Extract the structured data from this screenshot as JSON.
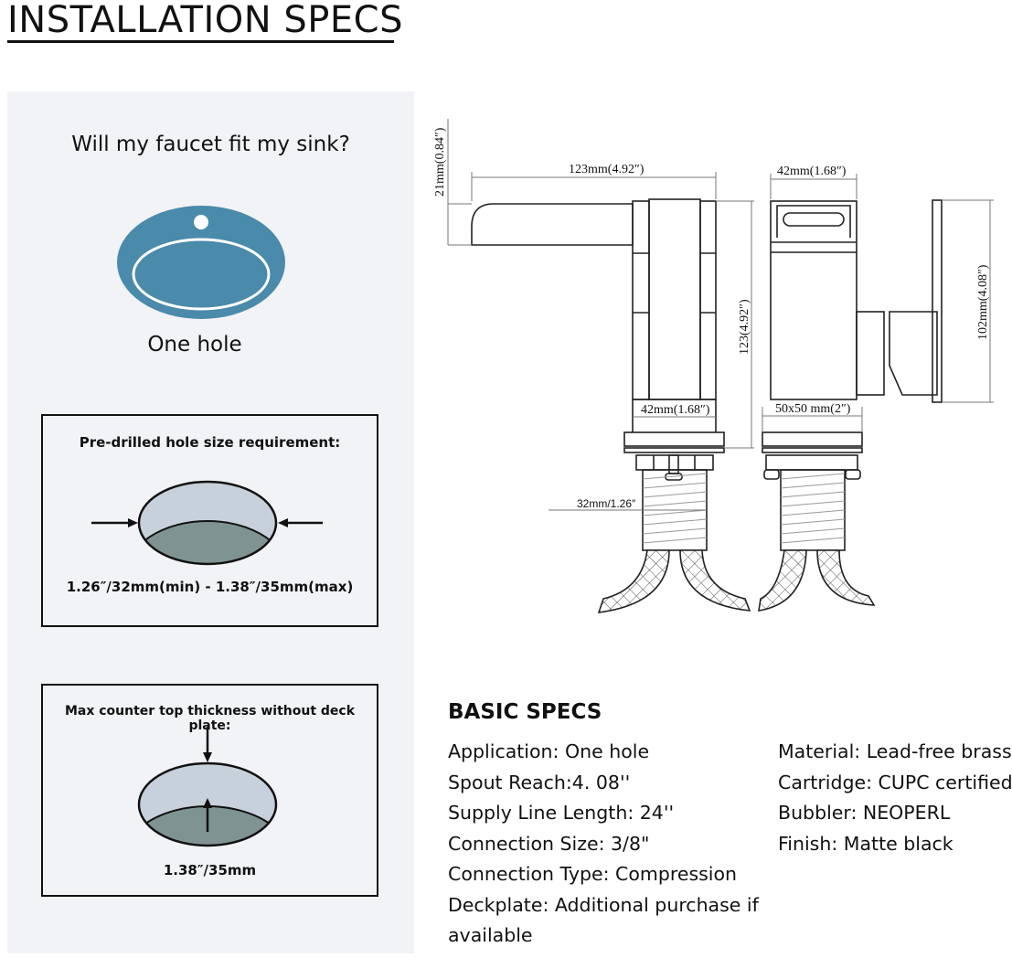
{
  "header": {
    "title": "INSTALLATION SPECS"
  },
  "fit_panel": {
    "question": "Will my faucet fit my sink?",
    "sink_icon": "one-hole-sink-icon",
    "sink_color": "#4a8aaa",
    "hole_label": "One hole"
  },
  "hole_size_box": {
    "heading": "Pre-drilled hole size requirement:",
    "value": "1.26″/32mm(min) - 1.38″/35mm(max)",
    "icon": "hole-width-diagram-icon"
  },
  "thickness_box": {
    "heading": "Max counter top thickness without deck plate:",
    "value": "1.38″/35mm",
    "icon": "counter-thickness-diagram-icon"
  },
  "diagram": {
    "front_view": {
      "spout_height": "21mm(0.84″)",
      "spout_reach": "123mm(4.92″)",
      "body_height": "123(4.92″)",
      "base_width": "42mm(1.68″)",
      "thread_diameter": "32mm/1.26″"
    },
    "side_view": {
      "top_width": "42mm(1.68″)",
      "handle_height": "102mm(4.08″)",
      "base_size": "50x50 mm(2″)"
    }
  },
  "basic_specs": {
    "heading": "BASIC SPECS",
    "left": [
      "Application: One hole",
      "Spout Reach:4. 08''",
      "Supply Line Length: 24''",
      "Connection Size: 3/8\"",
      "Connection Type: Compression",
      "Deckplate: Additional purchase if available"
    ],
    "right": [
      "Material: Lead-free brass",
      "Cartridge: CUPC certified",
      "Bubbler: NEOPERL",
      "Finish: Matte black"
    ]
  }
}
